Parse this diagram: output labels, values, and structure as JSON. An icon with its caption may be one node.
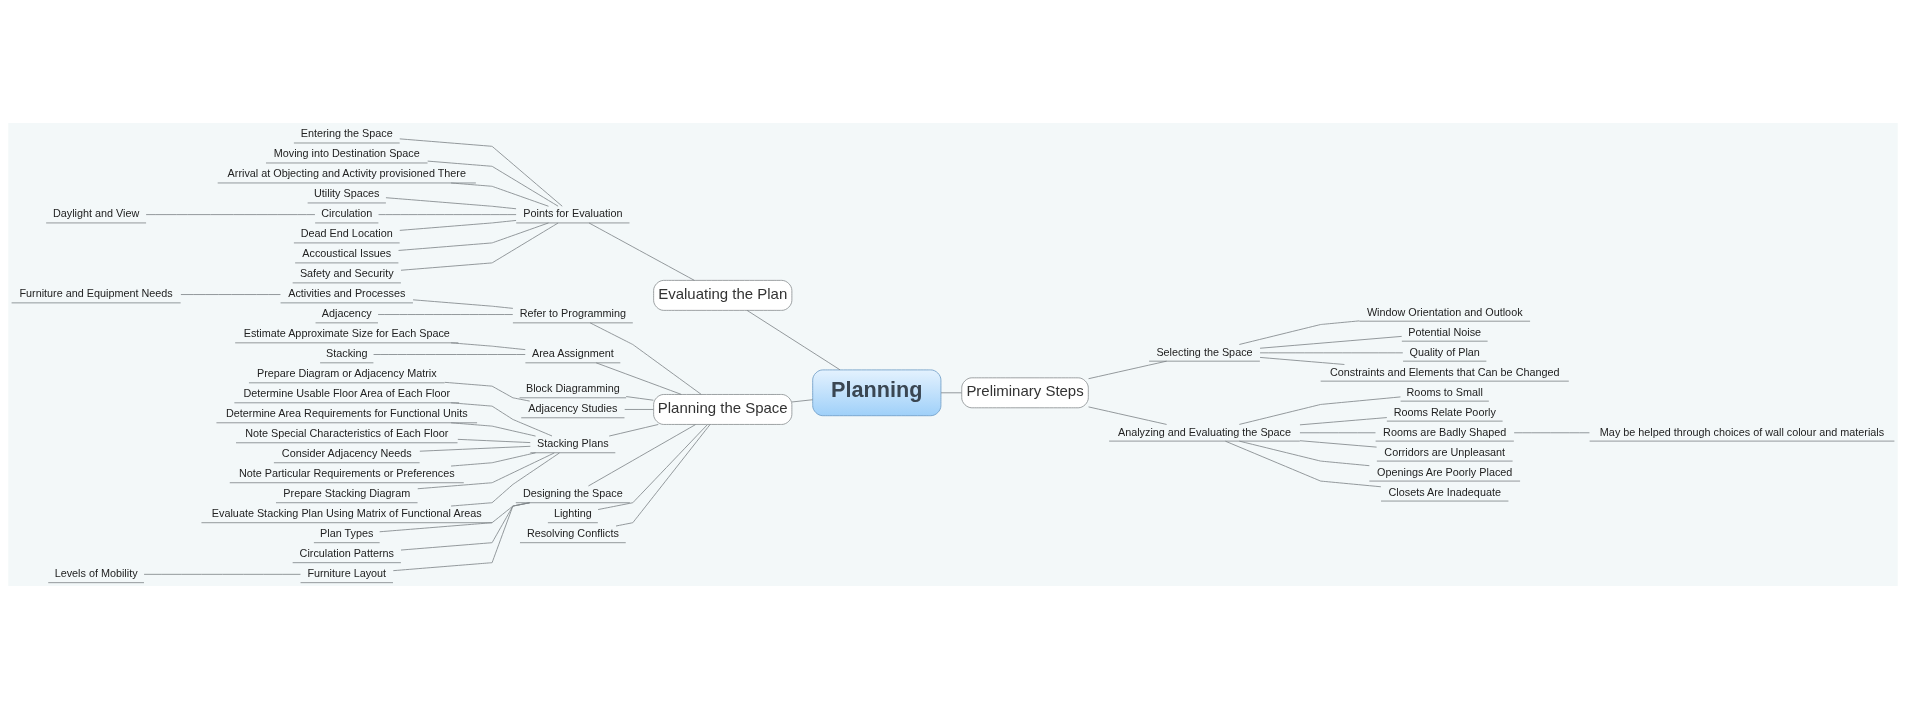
{
  "diagram": {
    "nodes": [
      {
        "text": [
          "Planning"
        ]
      },
      {
        "text": [
          "Evaluating the Plan"
        ]
      },
      {
        "text": [
          "Points for Evaluation"
        ]
      },
      {
        "text": [
          "Entering the Space"
        ]
      },
      {
        "text": [
          "Moving into Destination Space"
        ]
      },
      {
        "text": [
          "Arrival at Objecting and Activity provisioned There"
        ]
      },
      {
        "text": [
          "Utility Spaces"
        ]
      },
      {
        "text": [
          "Circulation"
        ]
      },
      {
        "text": [
          "Daylight and View"
        ]
      },
      {
        "text": [
          "Dead End Location"
        ]
      },
      {
        "text": [
          "Accoustical Issues"
        ]
      },
      {
        "text": [
          "Safety and Security"
        ]
      },
      {
        "text": [
          "Preliminary Steps"
        ]
      },
      {
        "text": [
          "Selecting the Space"
        ]
      },
      {
        "text": [
          "Window Orientation and Outlook"
        ]
      },
      {
        "text": [
          "Potential Noise"
        ]
      },
      {
        "text": [
          "Quality of Plan"
        ]
      },
      {
        "text": [
          "Constraints and Elements that Can be Changed"
        ]
      },
      {
        "text": [
          "Analyzing and Evaluating the Space"
        ]
      },
      {
        "text": [
          "Rooms to Small"
        ]
      },
      {
        "text": [
          "Rooms Relate Poorly"
        ]
      },
      {
        "text": [
          "Rooms are Badly Shaped"
        ]
      },
      {
        "text": [
          "May be helped through choices of wall colour and materials"
        ]
      },
      {
        "text": [
          "Corridors are Unpleasant"
        ]
      },
      {
        "text": [
          "Openings Are Poorly Placed"
        ]
      },
      {
        "text": [
          "Closets Are Inadequate"
        ]
      },
      {
        "text": [
          "Planning the Space"
        ]
      },
      {
        "text": [
          "Refer to Programming"
        ]
      },
      {
        "text": [
          "Activities and Processes"
        ]
      },
      {
        "text": [
          "Furniture and Equipment Needs"
        ]
      },
      {
        "text": [
          "Adjacency"
        ]
      },
      {
        "text": [
          "Area Assignment"
        ]
      },
      {
        "text": [
          "Estimate Approximate Size for Each Space"
        ]
      },
      {
        "text": [
          "Stacking"
        ]
      },
      {
        "text": [
          "Block Diagramming"
        ]
      },
      {
        "text": [
          "Adjacency Studies"
        ]
      },
      {
        "text": [
          "Prepare Diagram or Adjacency Matrix"
        ]
      },
      {
        "text": [
          "Stacking Plans"
        ]
      },
      {
        "text": [
          "Determine Usable Floor Area of Each Floor"
        ]
      },
      {
        "text": [
          "Determine Area Requirements for Functional Units"
        ]
      },
      {
        "text": [
          "Note Special Characteristics of Each Floor"
        ]
      },
      {
        "text": [
          "Consider Adjacency Needs"
        ]
      },
      {
        "text": [
          "Note Particular Requirements or Preferences"
        ]
      },
      {
        "text": [
          "Prepare Stacking Diagram"
        ]
      },
      {
        "text": [
          "Evaluate Stacking Plan Using Matrix of Functional Areas"
        ]
      },
      {
        "text": [
          "Designing the Space"
        ]
      },
      {
        "text": [
          "Plan Types"
        ]
      },
      {
        "text": [
          "Circulation Patterns"
        ]
      },
      {
        "text": [
          "Furniture Layout"
        ]
      },
      {
        "text": [
          "Levels of Mobility"
        ]
      },
      {
        "text": [
          "Lighting"
        ]
      },
      {
        "text": [
          "Resolving Conflicts"
        ]
      }
    ],
    "edges": [
      {
        "from": 0,
        "to": 1,
        "arrow": "none"
      },
      {
        "from": 1,
        "to": 2,
        "arrow": "none"
      },
      {
        "from": 2,
        "to": 3,
        "arrow": "none"
      },
      {
        "from": 2,
        "to": 4,
        "arrow": "none"
      },
      {
        "from": 2,
        "to": 5,
        "arrow": "none"
      },
      {
        "from": 2,
        "to": 6,
        "arrow": "none"
      },
      {
        "from": 2,
        "to": 7,
        "arrow": "none"
      },
      {
        "from": 7,
        "to": 8,
        "arrow": "none"
      },
      {
        "from": 2,
        "to": 9,
        "arrow": "none"
      },
      {
        "from": 2,
        "to": 10,
        "arrow": "none"
      },
      {
        "from": 2,
        "to": 11,
        "arrow": "none"
      },
      {
        "from": 0,
        "to": 12,
        "arrow": "none"
      },
      {
        "from": 12,
        "to": 13,
        "arrow": "none"
      },
      {
        "from": 13,
        "to": 14,
        "arrow": "none"
      },
      {
        "from": 13,
        "to": 15,
        "arrow": "none"
      },
      {
        "from": 13,
        "to": 16,
        "arrow": "none"
      },
      {
        "from": 13,
        "to": 17,
        "arrow": "none"
      },
      {
        "from": 12,
        "to": 18,
        "arrow": "none"
      },
      {
        "from": 18,
        "to": 19,
        "arrow": "none"
      },
      {
        "from": 18,
        "to": 20,
        "arrow": "none"
      },
      {
        "from": 18,
        "to": 21,
        "arrow": "none"
      },
      {
        "from": 21,
        "to": 22,
        "arrow": "none"
      },
      {
        "from": 18,
        "to": 23,
        "arrow": "none"
      },
      {
        "from": 18,
        "to": 24,
        "arrow": "none"
      },
      {
        "from": 18,
        "to": 25,
        "arrow": "none"
      },
      {
        "from": 0,
        "to": 26,
        "arrow": "none"
      },
      {
        "from": 26,
        "to": 27,
        "arrow": "none"
      },
      {
        "from": 27,
        "to": 28,
        "arrow": "none"
      },
      {
        "from": 28,
        "to": 29,
        "arrow": "none"
      },
      {
        "from": 27,
        "to": 30,
        "arrow": "none"
      },
      {
        "from": 26,
        "to": 31,
        "arrow": "none"
      },
      {
        "from": 31,
        "to": 32,
        "arrow": "none"
      },
      {
        "from": 31,
        "to": 33,
        "arrow": "none"
      },
      {
        "from": 26,
        "to": 34,
        "arrow": "none"
      },
      {
        "from": 26,
        "to": 35,
        "arrow": "none"
      },
      {
        "from": 35,
        "to": 36,
        "arrow": "none"
      },
      {
        "from": 26,
        "to": 37,
        "arrow": "none"
      },
      {
        "from": 37,
        "to": 38,
        "arrow": "none"
      },
      {
        "from": 37,
        "to": 39,
        "arrow": "none"
      },
      {
        "from": 37,
        "to": 40,
        "arrow": "none"
      },
      {
        "from": 37,
        "to": 41,
        "arrow": "none"
      },
      {
        "from": 37,
        "to": 42,
        "arrow": "none"
      },
      {
        "from": 37,
        "to": 43,
        "arrow": "none"
      },
      {
        "from": 37,
        "to": 44,
        "arrow": "none"
      },
      {
        "from": 26,
        "to": 45,
        "arrow": "none"
      },
      {
        "from": 45,
        "to": 46,
        "arrow": "none"
      },
      {
        "from": 45,
        "to": 47,
        "arrow": "none"
      },
      {
        "from": 45,
        "to": 48,
        "arrow": "none"
      },
      {
        "from": 48,
        "to": 49,
        "arrow": "none"
      },
      {
        "from": 26,
        "to": 50,
        "arrow": "none"
      },
      {
        "from": 26,
        "to": 51,
        "arrow": "none"
      }
    ]
  }
}
